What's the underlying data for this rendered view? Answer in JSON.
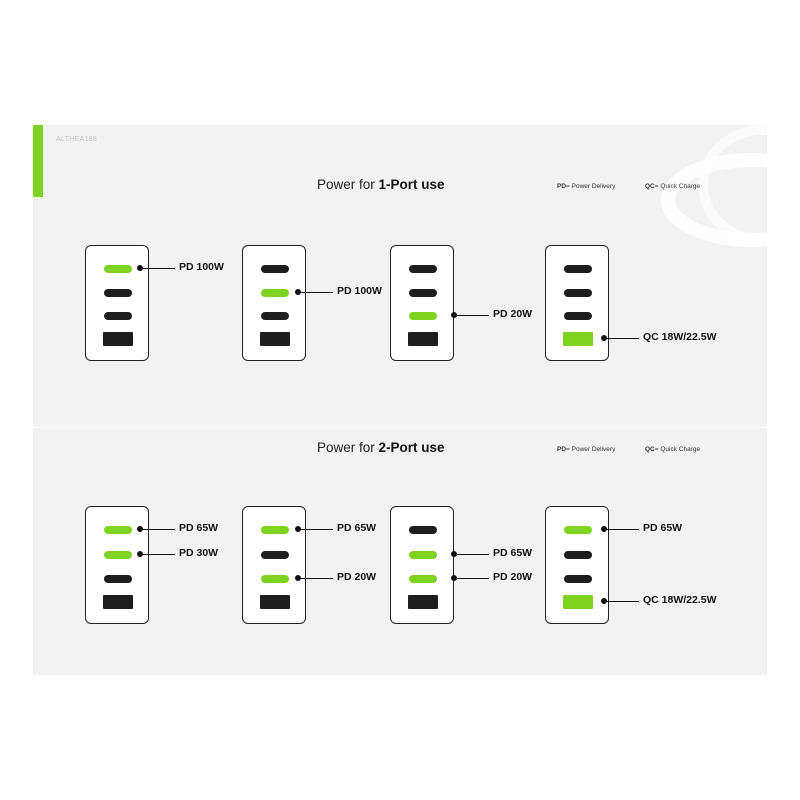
{
  "brand": "ALTHEA188",
  "legend": {
    "pd_abbr": "PD",
    "pd_text": "= Power Delivery",
    "qc_abbr": "QC",
    "qc_text": "= Quick Charge"
  },
  "sections": [
    {
      "title_prefix": "Power for ",
      "title_bold": "1-Port use",
      "chargers": [
        {
          "active_ports": [
            0
          ],
          "labels": [
            {
              "port": 0,
              "text": "PD 100W"
            }
          ]
        },
        {
          "active_ports": [
            1
          ],
          "labels": [
            {
              "port": 1,
              "text": "PD 100W"
            }
          ]
        },
        {
          "active_ports": [
            2
          ],
          "labels": [
            {
              "port": 2,
              "text": "PD 20W"
            }
          ]
        },
        {
          "active_ports": [
            3
          ],
          "labels": [
            {
              "port": 3,
              "text": "QC 18W/22.5W"
            }
          ]
        }
      ]
    },
    {
      "title_prefix": "Power for ",
      "title_bold": "2-Port use",
      "chargers": [
        {
          "active_ports": [
            0,
            1
          ],
          "labels": [
            {
              "port": 0,
              "text": "PD 65W"
            },
            {
              "port": 1,
              "text": "PD 30W"
            }
          ]
        },
        {
          "active_ports": [
            0,
            2
          ],
          "labels": [
            {
              "port": 0,
              "text": "PD 65W"
            },
            {
              "port": 2,
              "text": "PD 20W"
            }
          ]
        },
        {
          "active_ports": [
            1,
            2
          ],
          "labels": [
            {
              "port": 1,
              "text": "PD 65W"
            },
            {
              "port": 2,
              "text": "PD 20W"
            }
          ]
        },
        {
          "active_ports": [
            0,
            3
          ],
          "labels": [
            {
              "port": 0,
              "text": "PD 65W"
            },
            {
              "port": 3,
              "text": "QC 18W/22.5W"
            }
          ]
        }
      ]
    }
  ],
  "colors": {
    "accent_green": "#7ed321",
    "port_dark": "#1e1e1e",
    "panel_bg": "#f2f2f2"
  }
}
